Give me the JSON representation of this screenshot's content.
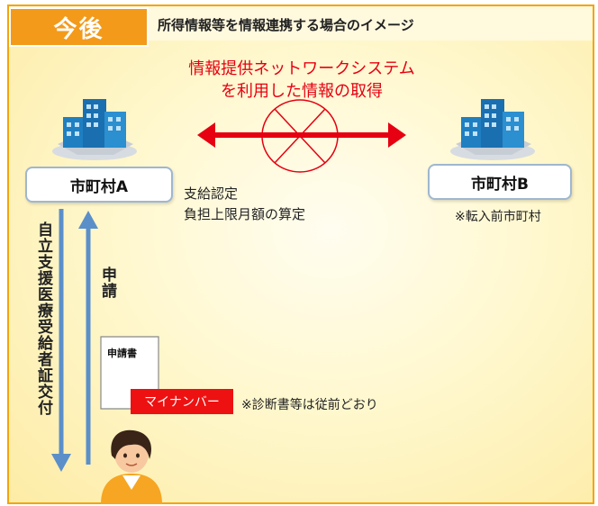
{
  "header": {
    "tag": "今後",
    "caption": "所得情報等を情報連携する場合のイメージ"
  },
  "network": {
    "line1": "情報提供ネットワークシステム",
    "line2": "を利用した情報の取得"
  },
  "municipality_a": {
    "label": "市町村A",
    "notes": [
      "支給認定",
      "負担上限月額の算定"
    ]
  },
  "municipality_b": {
    "label": "市町村B",
    "note": "※転入前市町村"
  },
  "flow": {
    "issue_label": "自立支援医療受給者証交付",
    "apply_label": "申請"
  },
  "application": {
    "doc_label": "申請書",
    "mynumber": "マイナンバー",
    "note": "※診断書等は従前どおり"
  },
  "icons": [
    "building-icon",
    "document-icon",
    "person-icon"
  ],
  "colors": {
    "tag": "#f39a1b",
    "border": "#f2a40a",
    "network_red": "#e60012",
    "arrow_blue": "#5b8fc9",
    "mynumber_red": "#ee1111"
  }
}
